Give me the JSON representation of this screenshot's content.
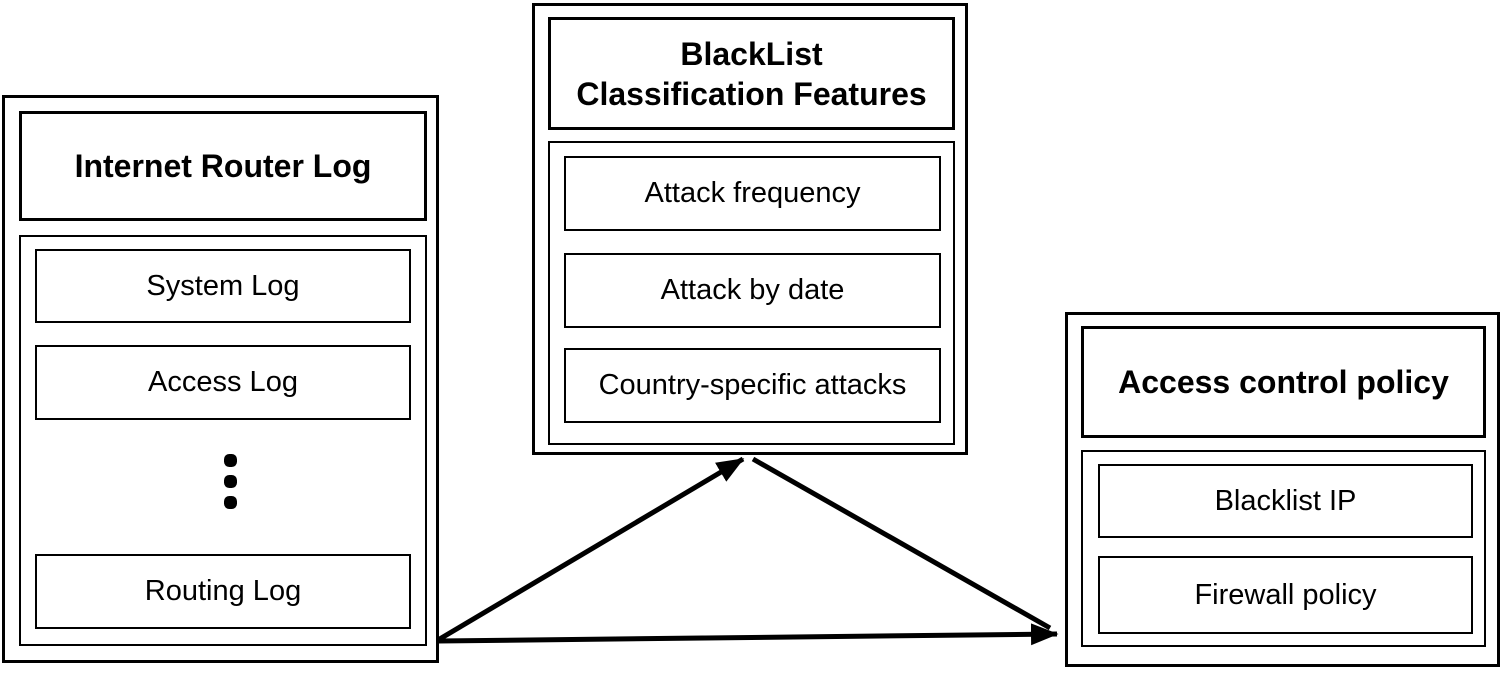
{
  "canvas": {
    "background": "#ffffff",
    "line_color": "#000000"
  },
  "left_box": {
    "title": "Internet Router Log",
    "items": [
      "System Log",
      "Access Log",
      "Routing Log"
    ],
    "ellipsis_between": "vertical three-dot ellipsis between Access Log and Routing Log"
  },
  "middle_box": {
    "title_line1": "BlackList",
    "title_line2": "Classification Features",
    "items": [
      "Attack frequency",
      "Attack by date",
      "Country-specific attacks"
    ]
  },
  "right_box": {
    "title": "Access control policy",
    "items": [
      "Blacklist IP",
      "Firewall policy"
    ]
  },
  "connections": [
    {
      "from": "Internet Router Log",
      "to": "BlackList Classification Features"
    },
    {
      "from": "BlackList Classification Features",
      "to": "Access control policy"
    },
    {
      "from": "Internet Router Log",
      "to": "Access control policy"
    }
  ]
}
